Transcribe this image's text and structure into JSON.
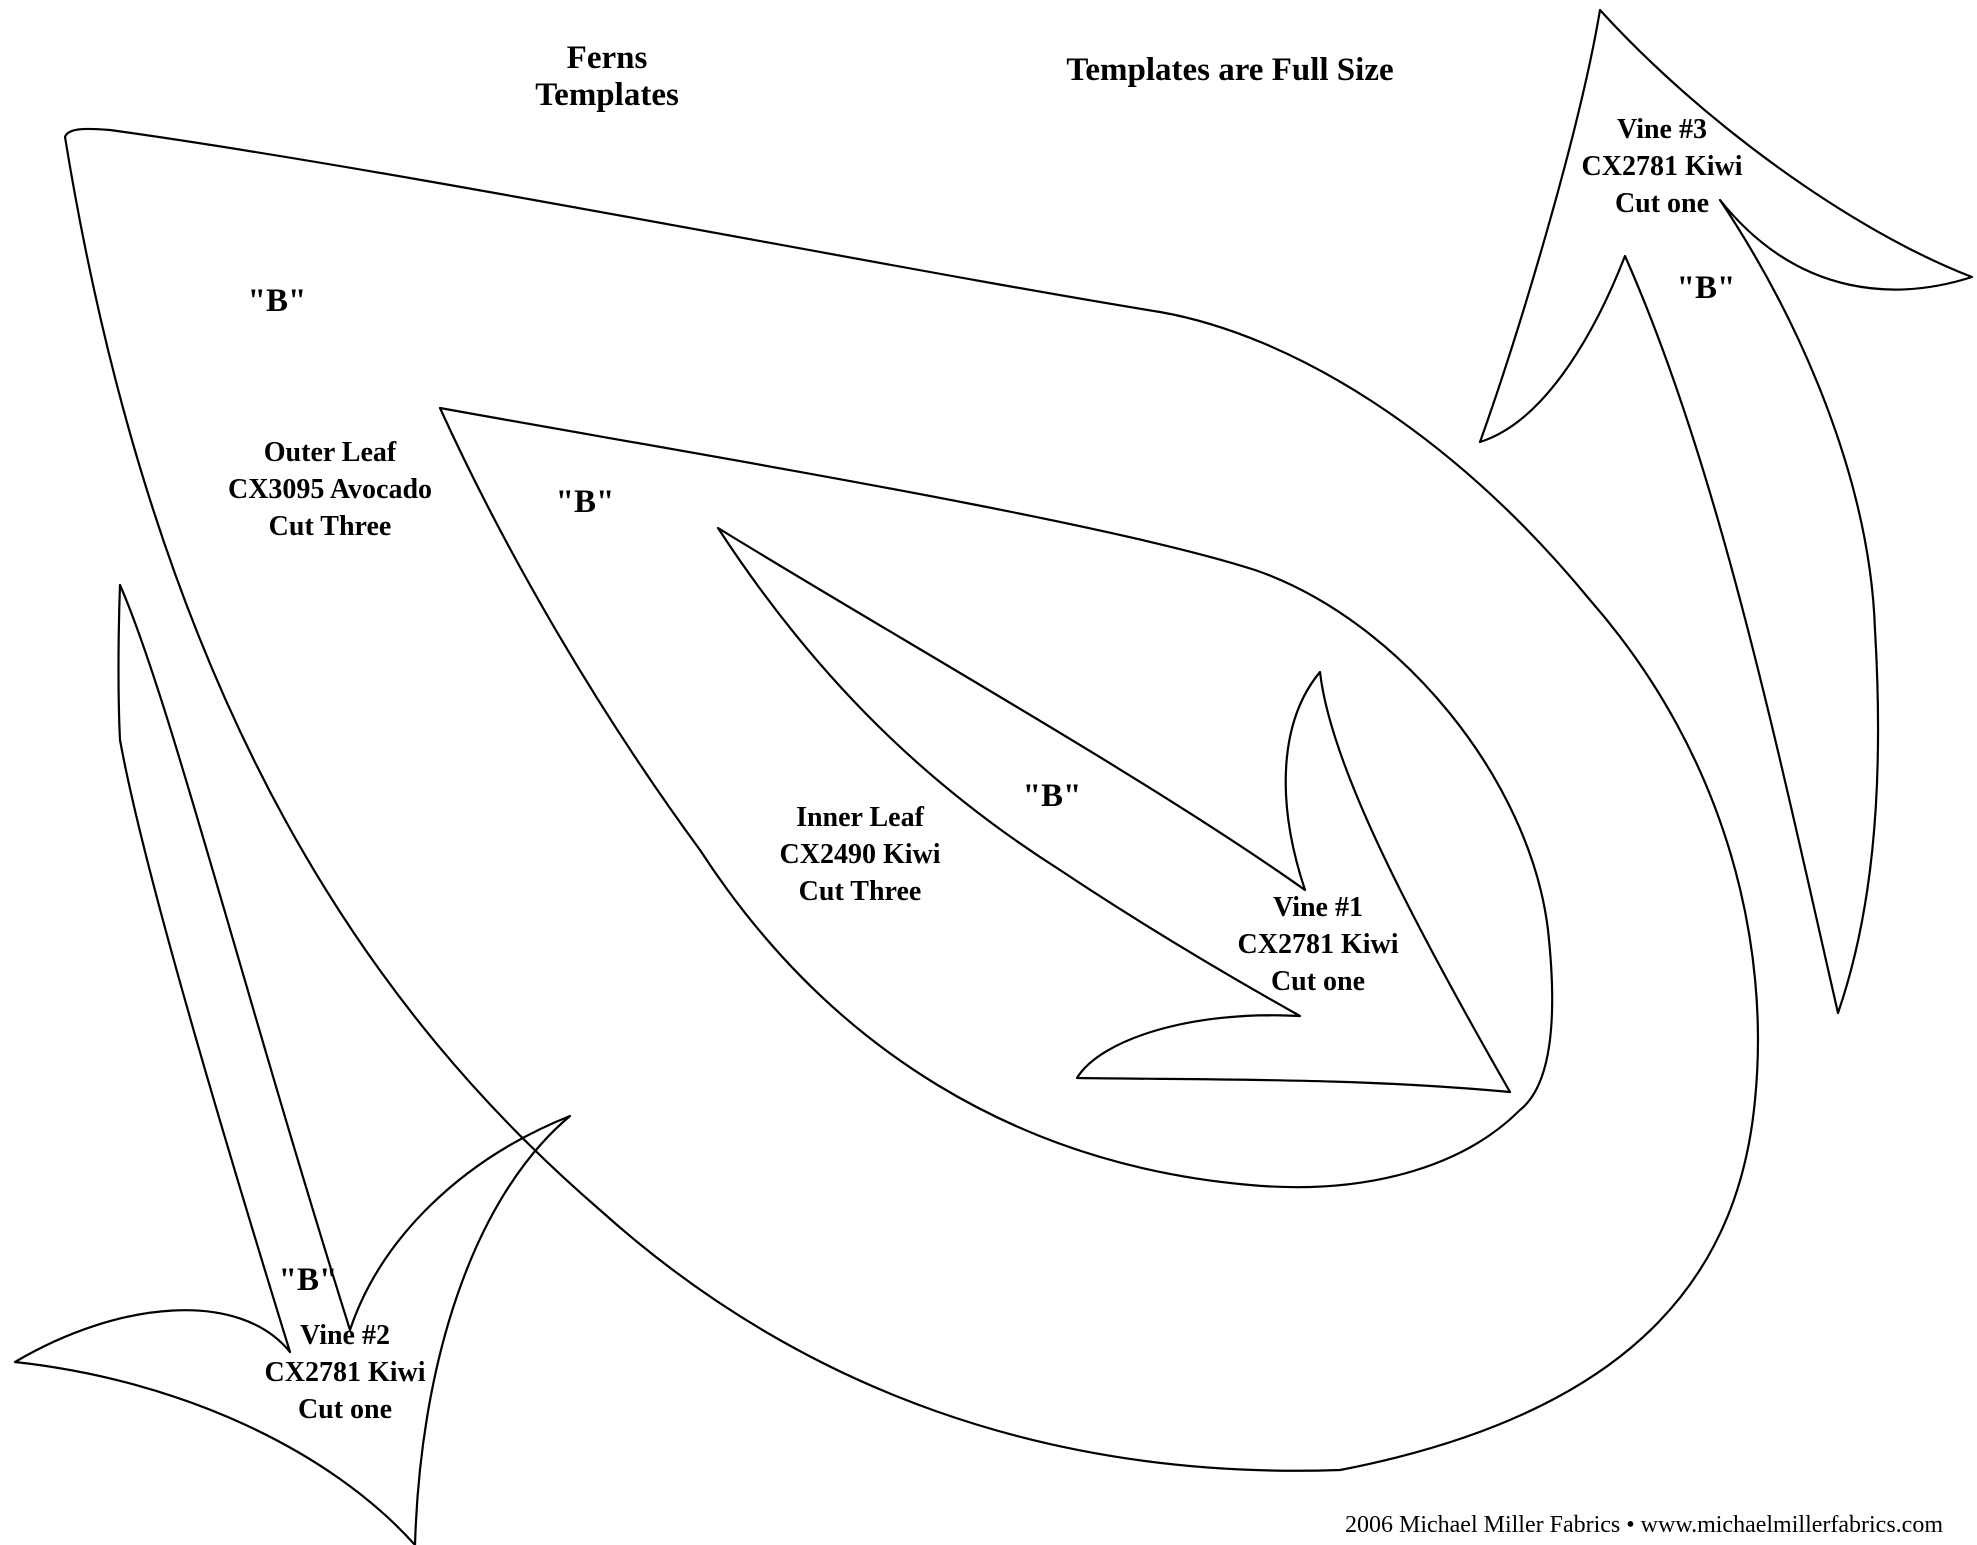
{
  "header": {
    "title_lines": [
      "Ferns",
      "Templates"
    ],
    "size_note": "Templates are Full Size"
  },
  "pieces": {
    "outer_leaf": {
      "lines": [
        "Outer Leaf",
        "CX3095 Avocado",
        "Cut Three"
      ],
      "mark": "\"B\""
    },
    "inner_leaf": {
      "lines": [
        "Inner Leaf",
        "CX2490 Kiwi",
        "Cut Three"
      ],
      "mark": "\"B\""
    },
    "vine_1": {
      "lines": [
        "Vine #1",
        "CX2781 Kiwi",
        "Cut one"
      ],
      "mark": "\"B\""
    },
    "vine_2": {
      "lines": [
        "Vine #2",
        "CX2781 Kiwi",
        "Cut one"
      ],
      "mark": "\"B\""
    },
    "vine_3": {
      "lines": [
        "Vine #3",
        "CX2781 Kiwi",
        "Cut one"
      ],
      "mark": "\"B\""
    }
  },
  "footer": {
    "copyright": "2006 Michael Miller Fabrics • www.michaelmillerfabrics.com"
  },
  "colors": {
    "line": "#000000",
    "background": "#ffffff"
  }
}
